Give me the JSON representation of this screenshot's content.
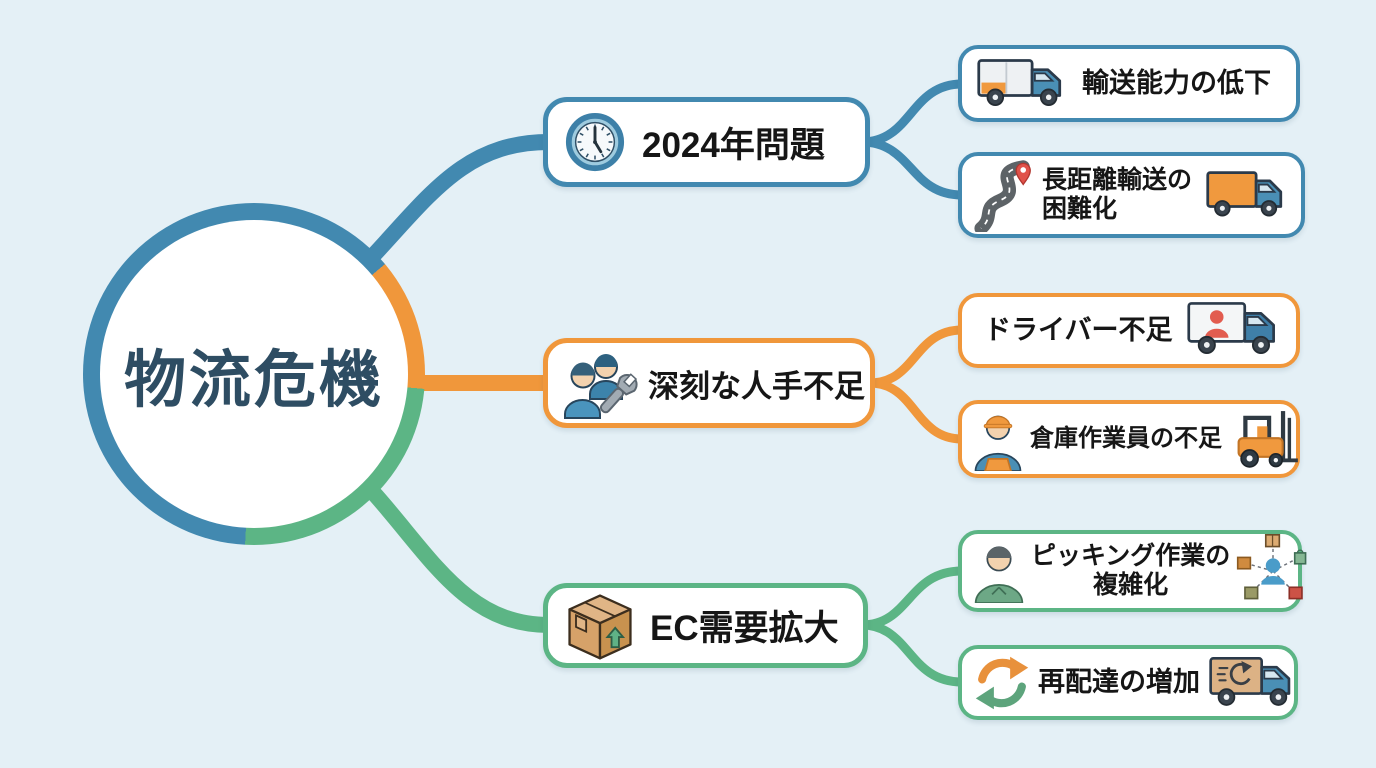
{
  "canvas": {
    "background": "#e4f0f6"
  },
  "colors": {
    "blue": "#4289b0",
    "orange": "#f0973b",
    "green": "#5cb585",
    "center_text": "#2e4d63",
    "node_text": "#161616",
    "node_background": "#ffffff"
  },
  "center": {
    "label": "物流危機"
  },
  "branches": [
    {
      "label": "2024年問題",
      "color": "#4289b0",
      "icon": "clock-icon",
      "children": [
        {
          "lines": [
            "輸送能力の低下"
          ],
          "icons": [
            "cargo-truck-icon"
          ]
        },
        {
          "lines": [
            "長距離輸送の",
            "困難化"
          ],
          "icons": [
            "winding-road-icon",
            "orange-truck-icon"
          ]
        }
      ]
    },
    {
      "label": "深刻な人手不足",
      "color": "#f0973b",
      "icon": "workers-wrench-icon",
      "children": [
        {
          "lines": [
            "ドライバー不足"
          ],
          "icons": [
            "driver-truck-icon"
          ]
        },
        {
          "lines": [
            "倉庫作業員の不足"
          ],
          "icons": [
            "warehouse-worker-icon",
            "forklift-icon"
          ]
        }
      ]
    },
    {
      "label": "EC需要拡大",
      "color": "#5cb585",
      "icon": "package-box-icon",
      "children": [
        {
          "lines": [
            "ピッキング作業の",
            "複雑化"
          ],
          "icons": [
            "picker-person-icon",
            "distribution-network-icon"
          ]
        },
        {
          "lines": [
            "再配達の増加"
          ],
          "icons": [
            "recycle-arrows-icon",
            "redelivery-truck-icon"
          ]
        }
      ]
    }
  ]
}
